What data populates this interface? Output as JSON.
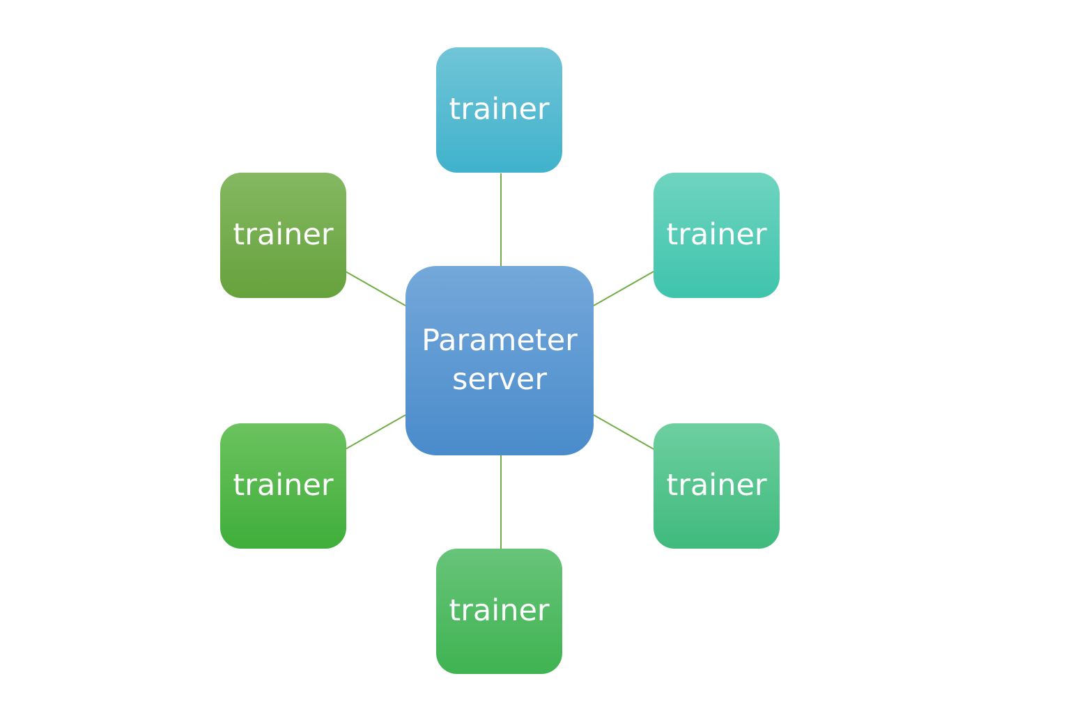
{
  "diagram": {
    "center": {
      "label": "Parameter\nserver",
      "color": "#5b9bd5"
    },
    "trainers": [
      {
        "label": "trainer",
        "color": "#4bacc6"
      },
      {
        "label": "trainer",
        "color": "#4bc6b0"
      },
      {
        "label": "trainer",
        "color": "#4bc08a"
      },
      {
        "label": "trainer",
        "color": "#4bb85c"
      },
      {
        "label": "trainer",
        "color": "#4bb347"
      },
      {
        "label": "trainer",
        "color": "#70ad47"
      }
    ],
    "connector_color": "#70ad47"
  }
}
